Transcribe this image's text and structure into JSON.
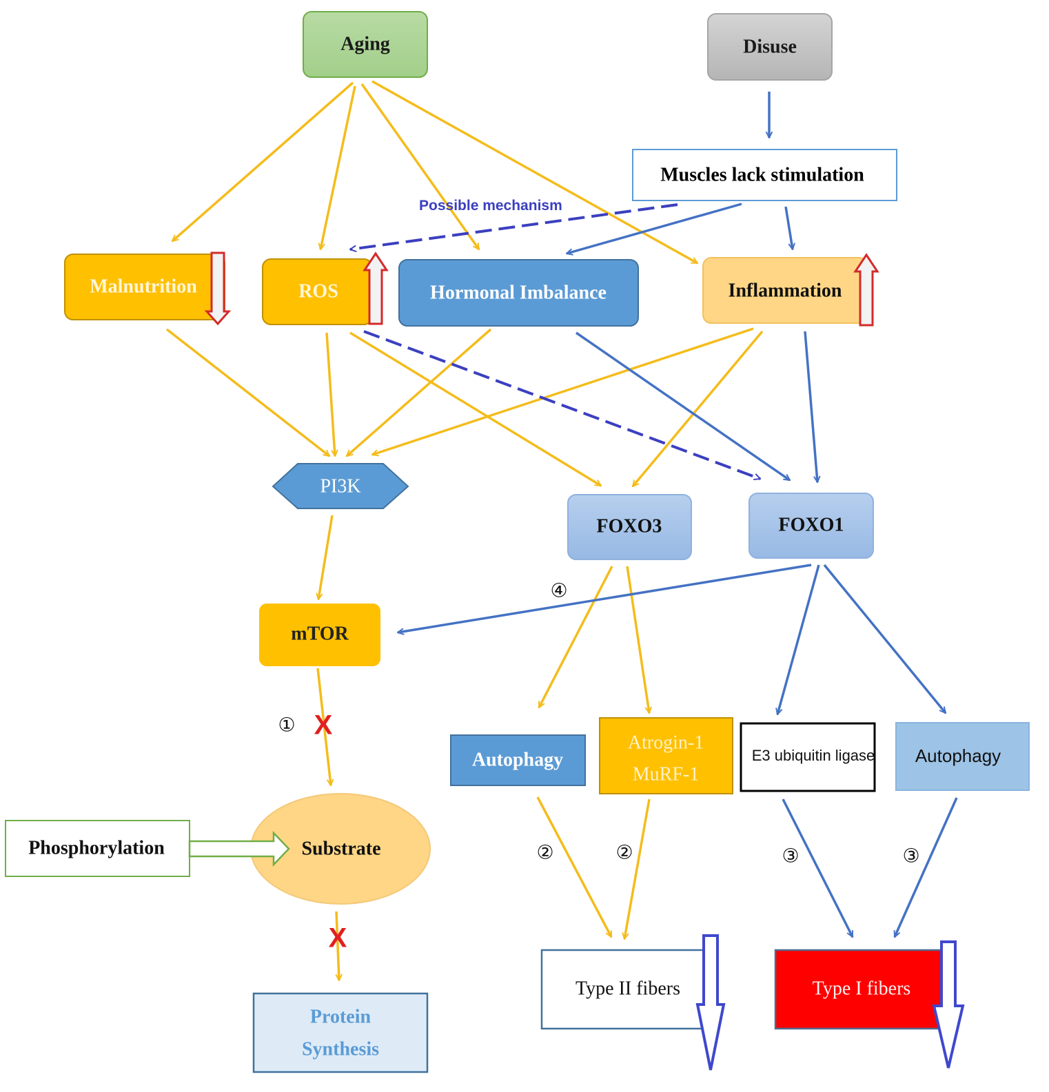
{
  "nodes": {
    "aging": "Aging",
    "disuse": "Disuse",
    "muscles": "Muscles lack stimulation",
    "malnutrition": "Malnutrition",
    "ros": "ROS",
    "hormonal": "Hormonal Imbalance",
    "inflammation": "Inflammation",
    "pi3k": "PI3K",
    "foxo3": "FOXO3",
    "foxo1": "FOXO1",
    "mtor": "mTOR",
    "autophagy_left": "Autophagy",
    "atrogin": "Atrogin-1",
    "murf": "MuRF-1",
    "e3": "E3 ubiquitin ligase",
    "autophagy_right": "Autophagy",
    "phosphorylation": "Phosphorylation",
    "substrate": "Substrate",
    "protein": "Protein",
    "synthesis": "Synthesis",
    "type2": "Type II fibers",
    "type1": "Type I fibers"
  },
  "labels": {
    "possible_mechanism": "Possible mechanism",
    "n1": "①",
    "n2a": "②",
    "n2b": "②",
    "n3a": "③",
    "n3b": "③",
    "n4": "④",
    "x1": "X",
    "x2": "X"
  },
  "colors": {
    "yellow_arrow": "#F4BC1C",
    "blue_arrow": "#4472C4",
    "dashed": "#3B3FBF"
  }
}
